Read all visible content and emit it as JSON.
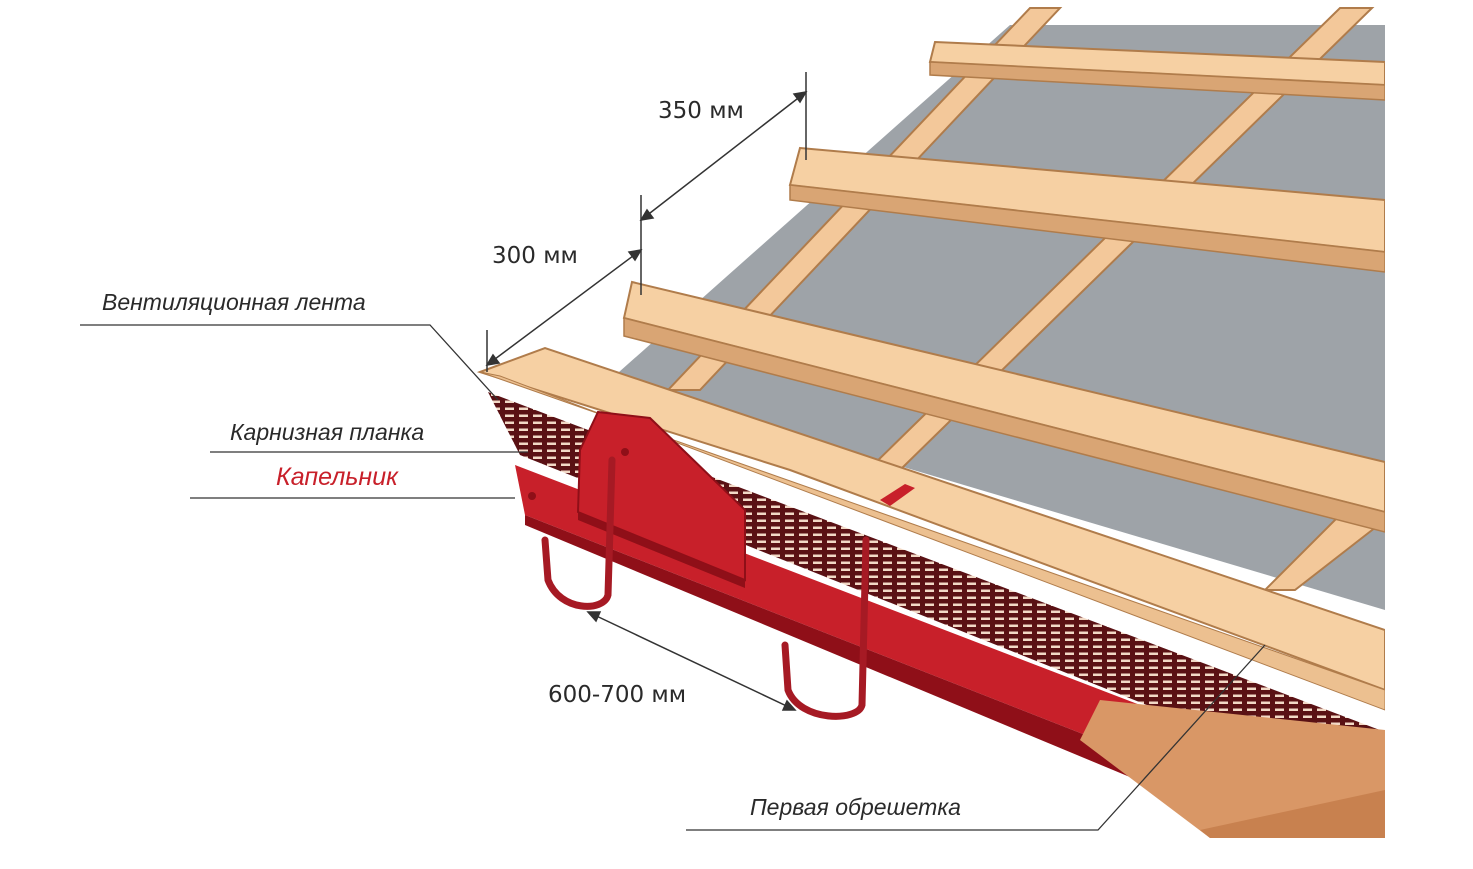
{
  "labels": {
    "vent_tape": "Вентиляционная лента",
    "eaves_strip": "Карнизная планка",
    "drip_edge": "Капельник",
    "first_batten": "Первая обрешетка"
  },
  "dimensions": {
    "d1": "350 мм",
    "d2": "300 мм",
    "d3": "600-700 мм"
  },
  "colors": {
    "wood": "#f6d0a3",
    "wood_edge": "#b07c4b",
    "membrane": "#9ea3a8",
    "metal_red": "#c8202a",
    "metal_dark": "#8f0f18",
    "drip_label": "#c8202a"
  }
}
